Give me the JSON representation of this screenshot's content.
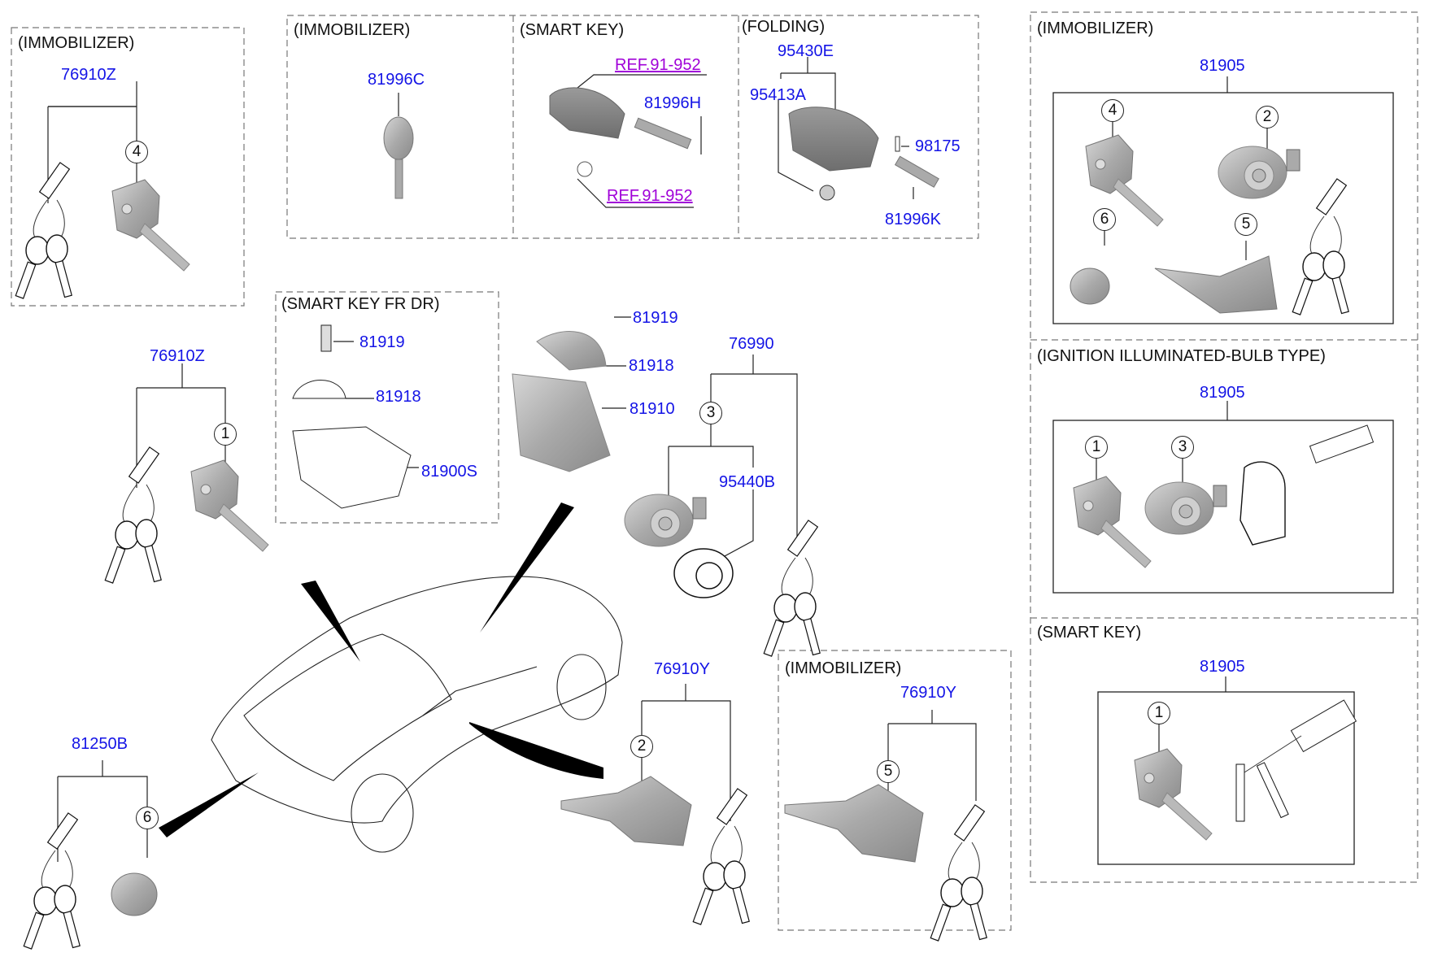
{
  "diagram": {
    "type": "exploded-parts-diagram",
    "subject": "Key set, ignition and door lock cylinders",
    "colors": {
      "part_number": "#1414e6",
      "reference": "#a000d8",
      "text": "#111111",
      "box": "#777777"
    },
    "groups": [
      {
        "id": "g1",
        "header": "(IMMOBILIZER)",
        "parent_part": "76910Z",
        "callouts": [
          "4"
        ]
      },
      {
        "id": "g2",
        "header": "(IMMOBILIZER)",
        "parts": [
          "81996C"
        ]
      },
      {
        "id": "g3",
        "header": "(SMART KEY)",
        "references": [
          "REF.91-952",
          "REF.91-952"
        ],
        "parts": [
          "81996H"
        ]
      },
      {
        "id": "g4",
        "header": "(FOLDING)",
        "parent_part": "95430E",
        "parts": [
          "95413A",
          "98175",
          "81996K"
        ]
      },
      {
        "id": "g5",
        "header": "(IMMOBILIZER)",
        "parent_part": "81905",
        "callouts": [
          "4",
          "2",
          "6",
          "5"
        ]
      },
      {
        "id": "g6",
        "header": "(SMART KEY FR DR)",
        "parts": [
          "81919",
          "81918",
          "81900S"
        ]
      },
      {
        "id": "g7",
        "header": "",
        "parts": [
          "81919",
          "81918",
          "81910"
        ]
      },
      {
        "id": "g8",
        "header": "",
        "parent_part": "76910Z",
        "callouts": [
          "1"
        ]
      },
      {
        "id": "g9",
        "header": "",
        "parent_part": "76990",
        "callouts": [
          "3"
        ],
        "parts": [
          "95440B"
        ]
      },
      {
        "id": "g10",
        "header": "(IGNITION ILLUMINATED-BULB TYPE)",
        "parent_part": "81905",
        "callouts": [
          "1",
          "3"
        ]
      },
      {
        "id": "g11",
        "header": "",
        "parent_part": "81250B",
        "callouts": [
          "6"
        ]
      },
      {
        "id": "g12",
        "header": "",
        "parent_part": "76910Y",
        "callouts": [
          "2"
        ]
      },
      {
        "id": "g13",
        "header": "(IMMOBILIZER)",
        "parent_part": "76910Y",
        "callouts": [
          "5"
        ]
      },
      {
        "id": "g14",
        "header": "(SMART KEY)",
        "parent_part": "81905",
        "callouts": [
          "1"
        ]
      }
    ]
  },
  "labels": {
    "hdr_immob_left": "(IMMOBILIZER)",
    "hdr_immob_key": "(IMMOBILIZER)",
    "hdr_smart_key_top": "(SMART KEY)",
    "hdr_folding": "(FOLDING)",
    "hdr_immob_right": "(IMMOBILIZER)",
    "hdr_ignition_bulb": "(IGNITION ILLUMINATED-BULB TYPE)",
    "hdr_smart_key_right": "(SMART KEY)",
    "hdr_smart_key_fr_dr": "(SMART KEY FR DR)",
    "hdr_immob_bottom": "(IMMOBILIZER)",
    "pn_76910Z_a": "76910Z",
    "pn_81996C": "81996C",
    "ref_top": "REF.91-952",
    "pn_81996H": "81996H",
    "ref_bottom": "REF.91-952",
    "pn_95430E": "95430E",
    "pn_95413A": "95413A",
    "pn_98175": "98175",
    "pn_81996K": "81996K",
    "pn_81905_a": "81905",
    "pn_81905_b": "81905",
    "pn_81905_c": "81905",
    "pn_81919_a": "81919",
    "pn_81918_a": "81918",
    "pn_81900S": "81900S",
    "pn_81919_b": "81919",
    "pn_81918_b": "81918",
    "pn_81910": "81910",
    "pn_76990": "76990",
    "pn_95440B": "95440B",
    "pn_76910Z_b": "76910Z",
    "pn_81250B": "81250B",
    "pn_76910Y_a": "76910Y",
    "pn_76910Y_b": "76910Y",
    "c1_4": "4",
    "c5_4": "4",
    "c5_2": "2",
    "c5_6": "6",
    "c5_5": "5",
    "c8_1": "1",
    "c9_3": "3",
    "c10_1": "1",
    "c10_3": "3",
    "c11_6": "6",
    "c12_2": "2",
    "c13_5": "5",
    "c14_1": "1"
  }
}
